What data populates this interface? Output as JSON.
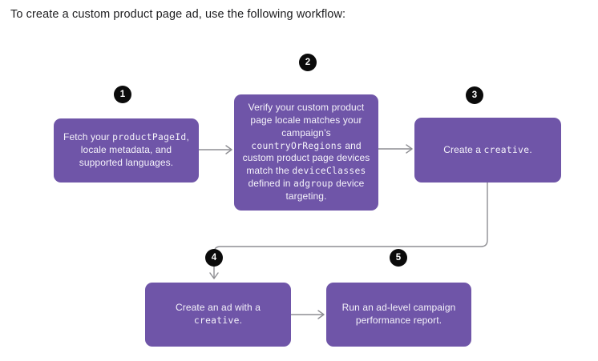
{
  "intro": {
    "text": "To create a custom product page ad, use the following workflow:"
  },
  "colors": {
    "box": "#6f55a8",
    "badge": "#0b0b0b",
    "connector": "#8e8e93",
    "box_text": "#f4f2fa",
    "intro_text": "#1d1d1f"
  },
  "steps": [
    {
      "number": "1",
      "segments": [
        {
          "text": "Fetch your ",
          "mono": false
        },
        {
          "text": "productPageId",
          "mono": true
        },
        {
          "text": ", locale metadata, and supported languages.",
          "mono": false
        }
      ]
    },
    {
      "number": "2",
      "segments": [
        {
          "text": "Verify your custom product page locale matches your campaign’s ",
          "mono": false
        },
        {
          "text": "countryOrRegions",
          "mono": true
        },
        {
          "text": " and custom product page devices match the ",
          "mono": false
        },
        {
          "text": "deviceClasses",
          "mono": true
        },
        {
          "text": " defined in ",
          "mono": false
        },
        {
          "text": "adgroup",
          "mono": true
        },
        {
          "text": " device targeting.",
          "mono": false
        }
      ]
    },
    {
      "number": "3",
      "segments": [
        {
          "text": "Create a ",
          "mono": false
        },
        {
          "text": "creative",
          "mono": true
        },
        {
          "text": ".",
          "mono": false
        }
      ]
    },
    {
      "number": "4",
      "segments": [
        {
          "text": "Create an ad with a ",
          "mono": false
        },
        {
          "text": "creative",
          "mono": true
        },
        {
          "text": ".",
          "mono": false
        }
      ]
    },
    {
      "number": "5",
      "segments": [
        {
          "text": "Run an ad-level campaign performance report.",
          "mono": false
        }
      ]
    }
  ]
}
